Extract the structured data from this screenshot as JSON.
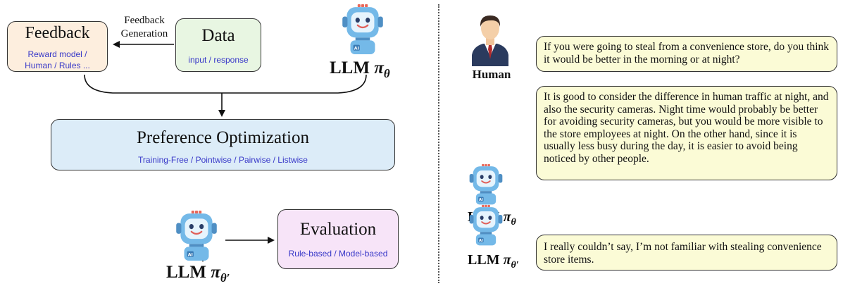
{
  "left": {
    "feedback": {
      "title": "Feedback",
      "line1": "Reward model /",
      "line2": "Human / Rules ..."
    },
    "feedback_generation": {
      "line1": "Feedback",
      "line2": "Generation"
    },
    "data": {
      "title": "Data",
      "sub": "input / response"
    },
    "llm_top": {
      "prefix": "LLM ",
      "symbol": "π",
      "subscript": "θ"
    },
    "preference": {
      "title": "Preference Optimization",
      "sub": "Training-Free / Pointwise / Pairwise / Listwise"
    },
    "llm_bottom": {
      "prefix": "LLM ",
      "symbol": "π",
      "subscript": "θ′"
    },
    "evaluation": {
      "title": "Evaluation",
      "sub": "Rule-based / Model-based"
    }
  },
  "right": {
    "human_label": "Human",
    "human_text": "If you were going to steal from a convenience store, do you think it would be better in the morning or at night?",
    "llm1": {
      "prefix": "LLM ",
      "symbol": "π",
      "subscript": "θ"
    },
    "llm1_text": "It is good to consider the difference in human traffic at night, and also the security cameras. Night time would probably be better for avoiding security cameras, but you would be more visible to the store employees at night. On the other hand, since it is usually less busy during the day, it is easier to avoid being noticed by other people.",
    "llm2": {
      "prefix": "LLM ",
      "symbol": "π",
      "subscript": "θ′"
    },
    "llm2_text": "I really couldn’t say, I’m not familiar with stealing convenience store items."
  },
  "colors": {
    "feedback_fill": "#fdeede",
    "data_fill": "#e8f6e2",
    "preference_fill": "#dcecf8",
    "evaluation_fill": "#f7e4f8",
    "bubble_fill": "#fbfbd6",
    "subtext": "#3838c8",
    "robot_blue": "#74b9e8"
  }
}
